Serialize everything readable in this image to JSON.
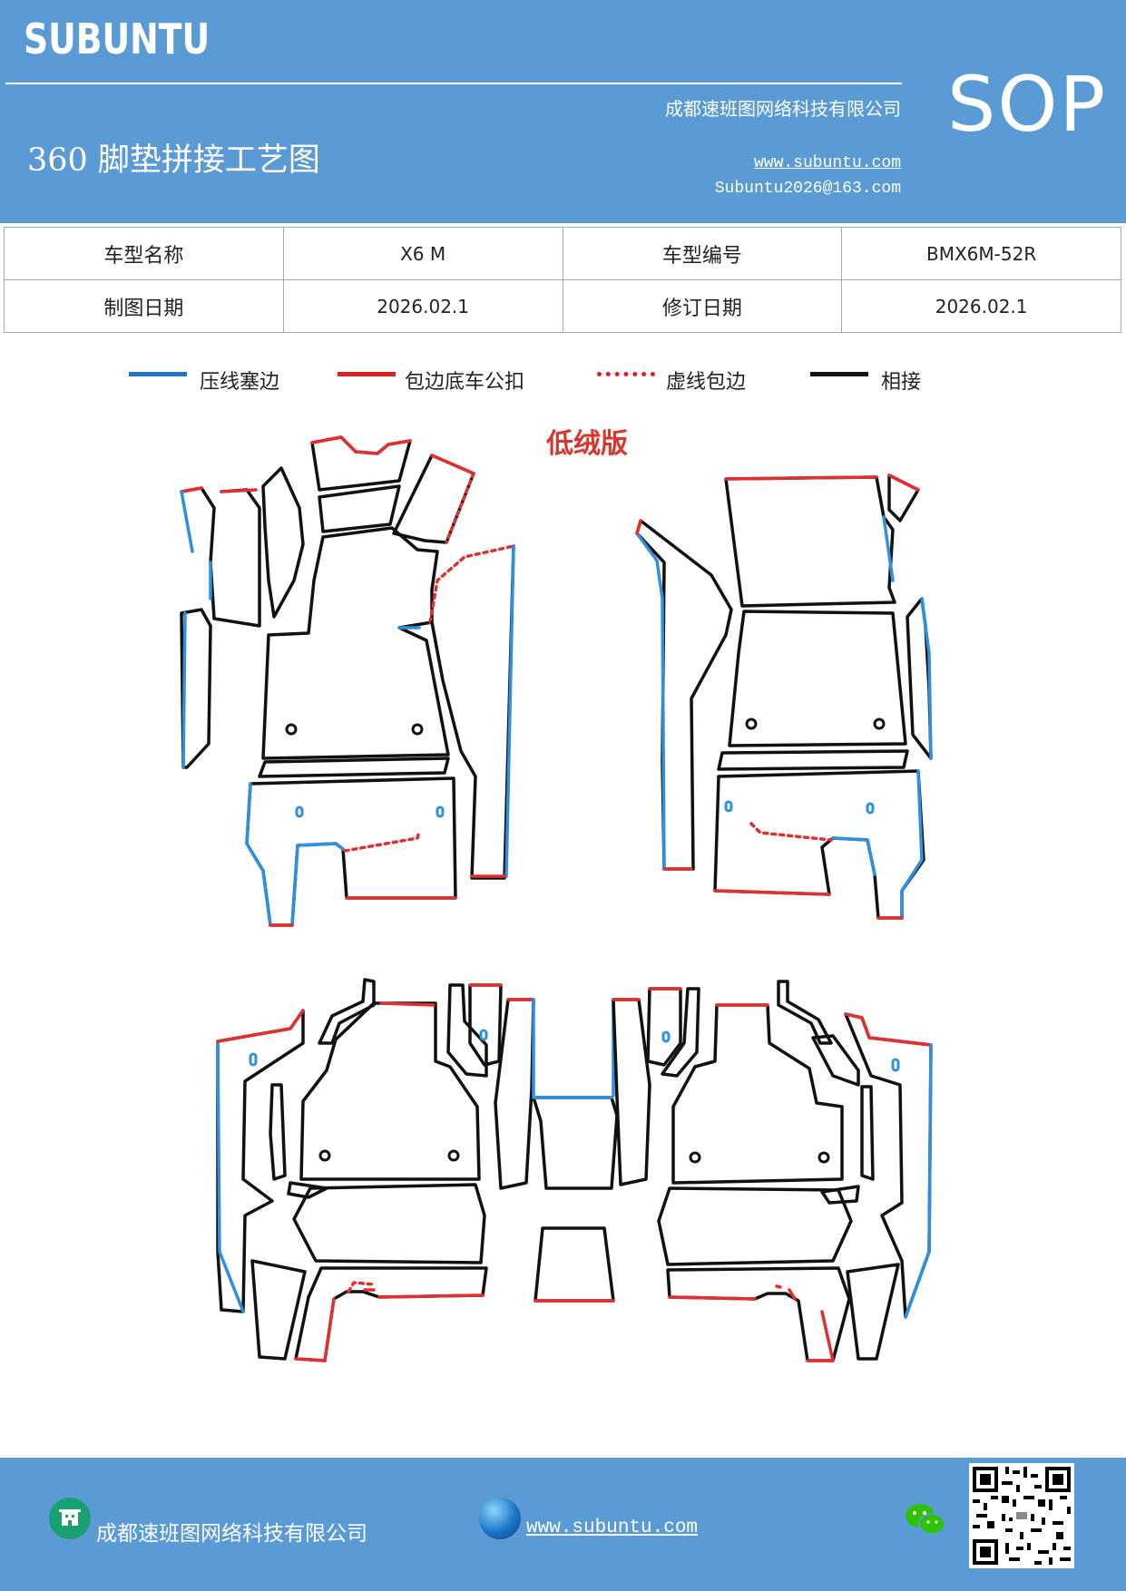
{
  "header": {
    "brand": "SUBUNTU",
    "company": "成都速班图网络科技有限公司",
    "website": "www.subuntu.com",
    "email": "Subuntu2026@163.com",
    "title": "360 脚垫拼接工艺图",
    "badge": "SOP"
  },
  "info": {
    "model_name_label": "车型名称",
    "model_name": "X6 M",
    "model_code_label": "车型编号",
    "model_code": "BMX6M-52R",
    "draw_date_label": "制图日期",
    "draw_date": "2026.02.1",
    "revise_date_label": "修订日期",
    "revise_date": "2026.02.1"
  },
  "legend": [
    {
      "label": "压线塞边",
      "color": "#1f77c4",
      "style": "solid"
    },
    {
      "label": "包边底车公扣",
      "color": "#e02020",
      "style": "solid"
    },
    {
      "label": "虚线包边",
      "color": "#e02020",
      "style": "dotted"
    },
    {
      "label": "相接",
      "color": "#111111",
      "style": "solid"
    }
  ],
  "diagram": {
    "caption": "低绒版",
    "colors": {
      "blue": "#2f8fe0",
      "red": "#e03030",
      "black": "#111111"
    }
  },
  "footer": {
    "company": "成都速班图网络科技有限公司",
    "website": "www.subuntu.com",
    "icons": [
      "building-icon",
      "globe-icon",
      "wechat-icon",
      "qr-code"
    ]
  }
}
